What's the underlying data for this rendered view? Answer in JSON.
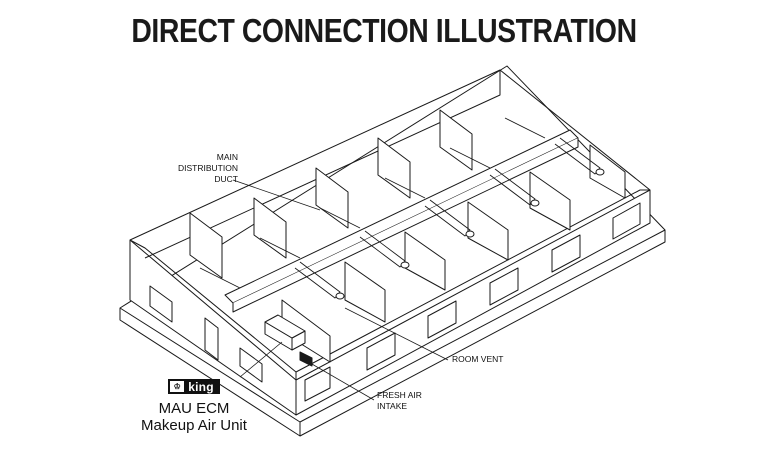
{
  "title": "DIRECT CONNECTION ILLUSTRATION",
  "callouts": {
    "main_duct": [
      "MAIN",
      "DISTRIBUTION",
      "DUCT"
    ],
    "room_vent": "ROOM VENT",
    "fresh_air": [
      "FRESH AIR",
      "INTAKE"
    ]
  },
  "brand": {
    "logo_text": "king",
    "model": "MAU ECM",
    "product": "Makeup Air Unit"
  },
  "colors": {
    "line": "#1a1a1a",
    "background": "#ffffff"
  },
  "icons": {
    "logo": "crown-icon"
  }
}
